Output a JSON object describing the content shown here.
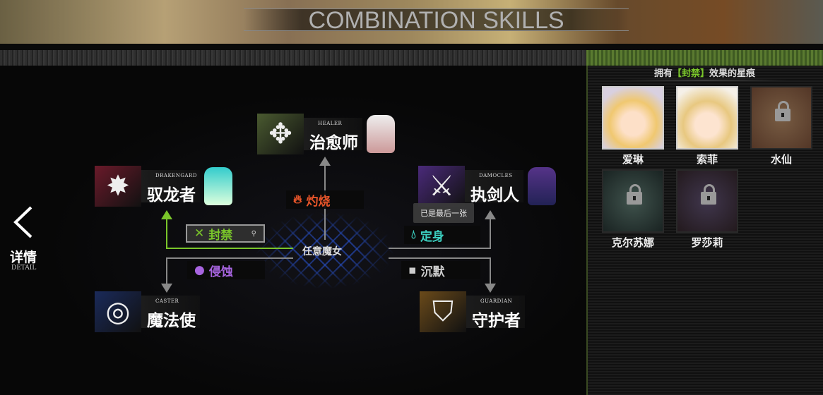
{
  "header": {
    "title": "COMBINATION SKILLS"
  },
  "nav": {
    "back_icon": "chevron-left-icon",
    "detail_cn": "详情",
    "detail_en": "DETAIL"
  },
  "center": {
    "label": "任意魔女"
  },
  "classes": {
    "healer": {
      "en": "Healer",
      "cn": "治愈师"
    },
    "drakengard": {
      "en": "Drakengard",
      "cn": "驭龙者"
    },
    "damocles": {
      "en": "Damocles",
      "cn": "执剑人"
    },
    "caster": {
      "en": "Caster",
      "cn": "魔法使"
    },
    "guardian": {
      "en": "Guardian",
      "cn": "守护者"
    }
  },
  "skills": {
    "burn": {
      "label": "灼烧",
      "icon": "flame-icon",
      "color": "#e8552a"
    },
    "seal": {
      "label": "封禁",
      "icon": "cross-icon",
      "color": "#7ac62a",
      "selected": true
    },
    "erode": {
      "label": "侵蚀",
      "icon": "bubbles-icon",
      "color": "#a865e0"
    },
    "freeze": {
      "label": "定身",
      "icon": "droplet-icon",
      "color": "#3ccfc0"
    },
    "silence": {
      "label": "沉默",
      "icon": "speech-bubble-icon",
      "color": "#cccccc"
    }
  },
  "tooltip": "已是最后一张",
  "panel": {
    "title_prefix": "拥有",
    "title_highlight": "【封禁】",
    "title_suffix": "效果的星痕",
    "cards": [
      {
        "name": "爱琳",
        "locked": false
      },
      {
        "name": "索菲",
        "locked": false
      },
      {
        "name": "水仙",
        "locked": true
      },
      {
        "name": "克尔苏娜",
        "locked": true
      },
      {
        "name": "罗莎莉",
        "locked": true
      }
    ]
  }
}
